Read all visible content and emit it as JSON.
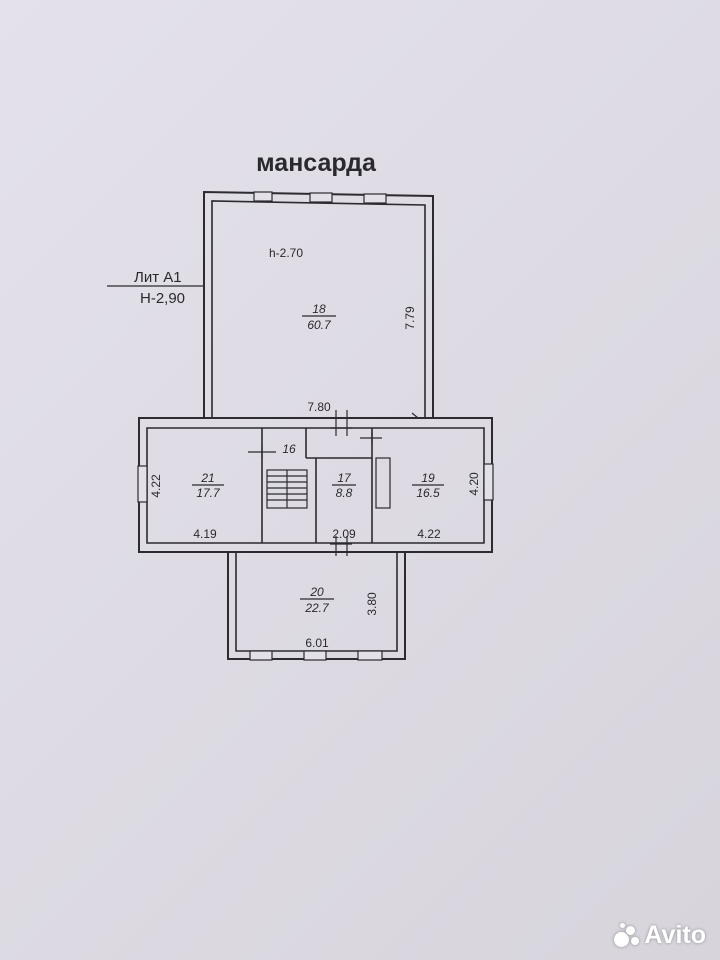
{
  "title": "мансарда",
  "lit": {
    "label": "Лит А1",
    "height": "Н-2,90"
  },
  "ceiling_height": "h-2.70",
  "rooms": [
    {
      "number": "18",
      "area": "60.7"
    },
    {
      "number": "16",
      "area": ""
    },
    {
      "number": "17",
      "area": "8.8"
    },
    {
      "number": "19",
      "area": "16.5"
    },
    {
      "number": "20",
      "area": "22.7"
    },
    {
      "number": "21",
      "area": "17.7"
    }
  ],
  "dimensions": {
    "room18_height": "7.79",
    "room18_width": "7.80",
    "room21_height": "4.22",
    "room21_width": "4.19",
    "room17_width": "2.09",
    "room19_width": "4.22",
    "room19_height": "4.20",
    "room20_height": "3.80",
    "room20_width": "6.01"
  },
  "watermark": "Avito"
}
